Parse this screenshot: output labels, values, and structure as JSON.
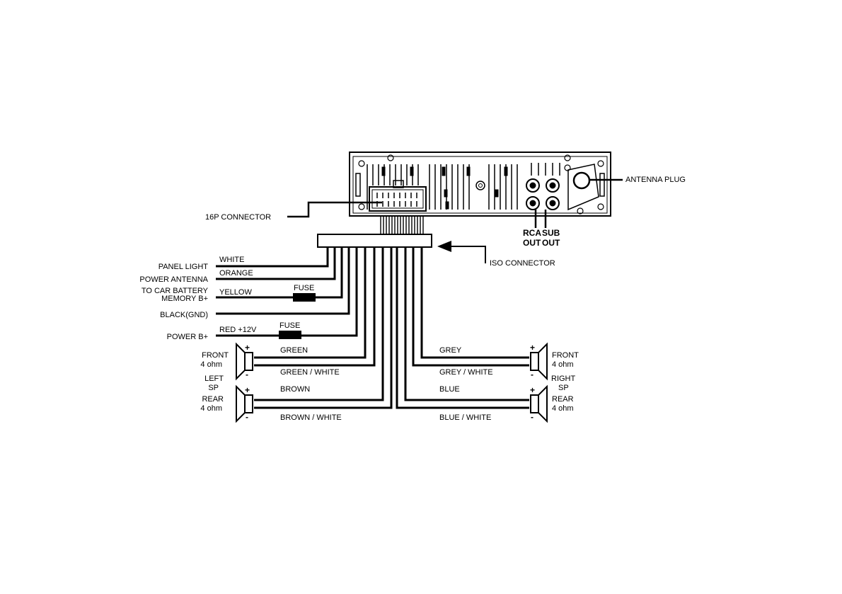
{
  "unit": {
    "connector_16p": "16P CONNECTOR",
    "antenna_plug": "ANTENNA PLUG",
    "rca_out": [
      "RCA",
      "OUT"
    ],
    "sub_out": [
      "SUB",
      "OUT"
    ],
    "iso_connector": "ISO CONNECTOR"
  },
  "left_functions": {
    "panel_light": "PANEL LIGHT",
    "power_antenna": "POWER ANTENNA",
    "to_car_battery": "TO CAR BATTERY",
    "memory_b": "MEMORY B+",
    "black_gnd": "BLACK(GND)",
    "power_b": "POWER B+"
  },
  "wires": {
    "white": "WHITE",
    "orange": "ORANGE",
    "yellow": "YELLOW",
    "red_12v": "RED +12V",
    "fuse": "FUSE",
    "green": "GREEN",
    "green_white": "GREEN / WHITE",
    "brown": "BROWN",
    "brown_white": "BROWN / WHITE",
    "grey": "GREY",
    "grey_white": "GREY / WHITE",
    "blue": "BLUE",
    "blue_white": "BLUE / WHITE"
  },
  "speakers": {
    "front": "FRONT",
    "rear": "REAR",
    "ohm": "4 ohm",
    "left": "LEFT",
    "right": "RIGHT",
    "sp": "SP",
    "plus": "+",
    "minus": "-"
  }
}
